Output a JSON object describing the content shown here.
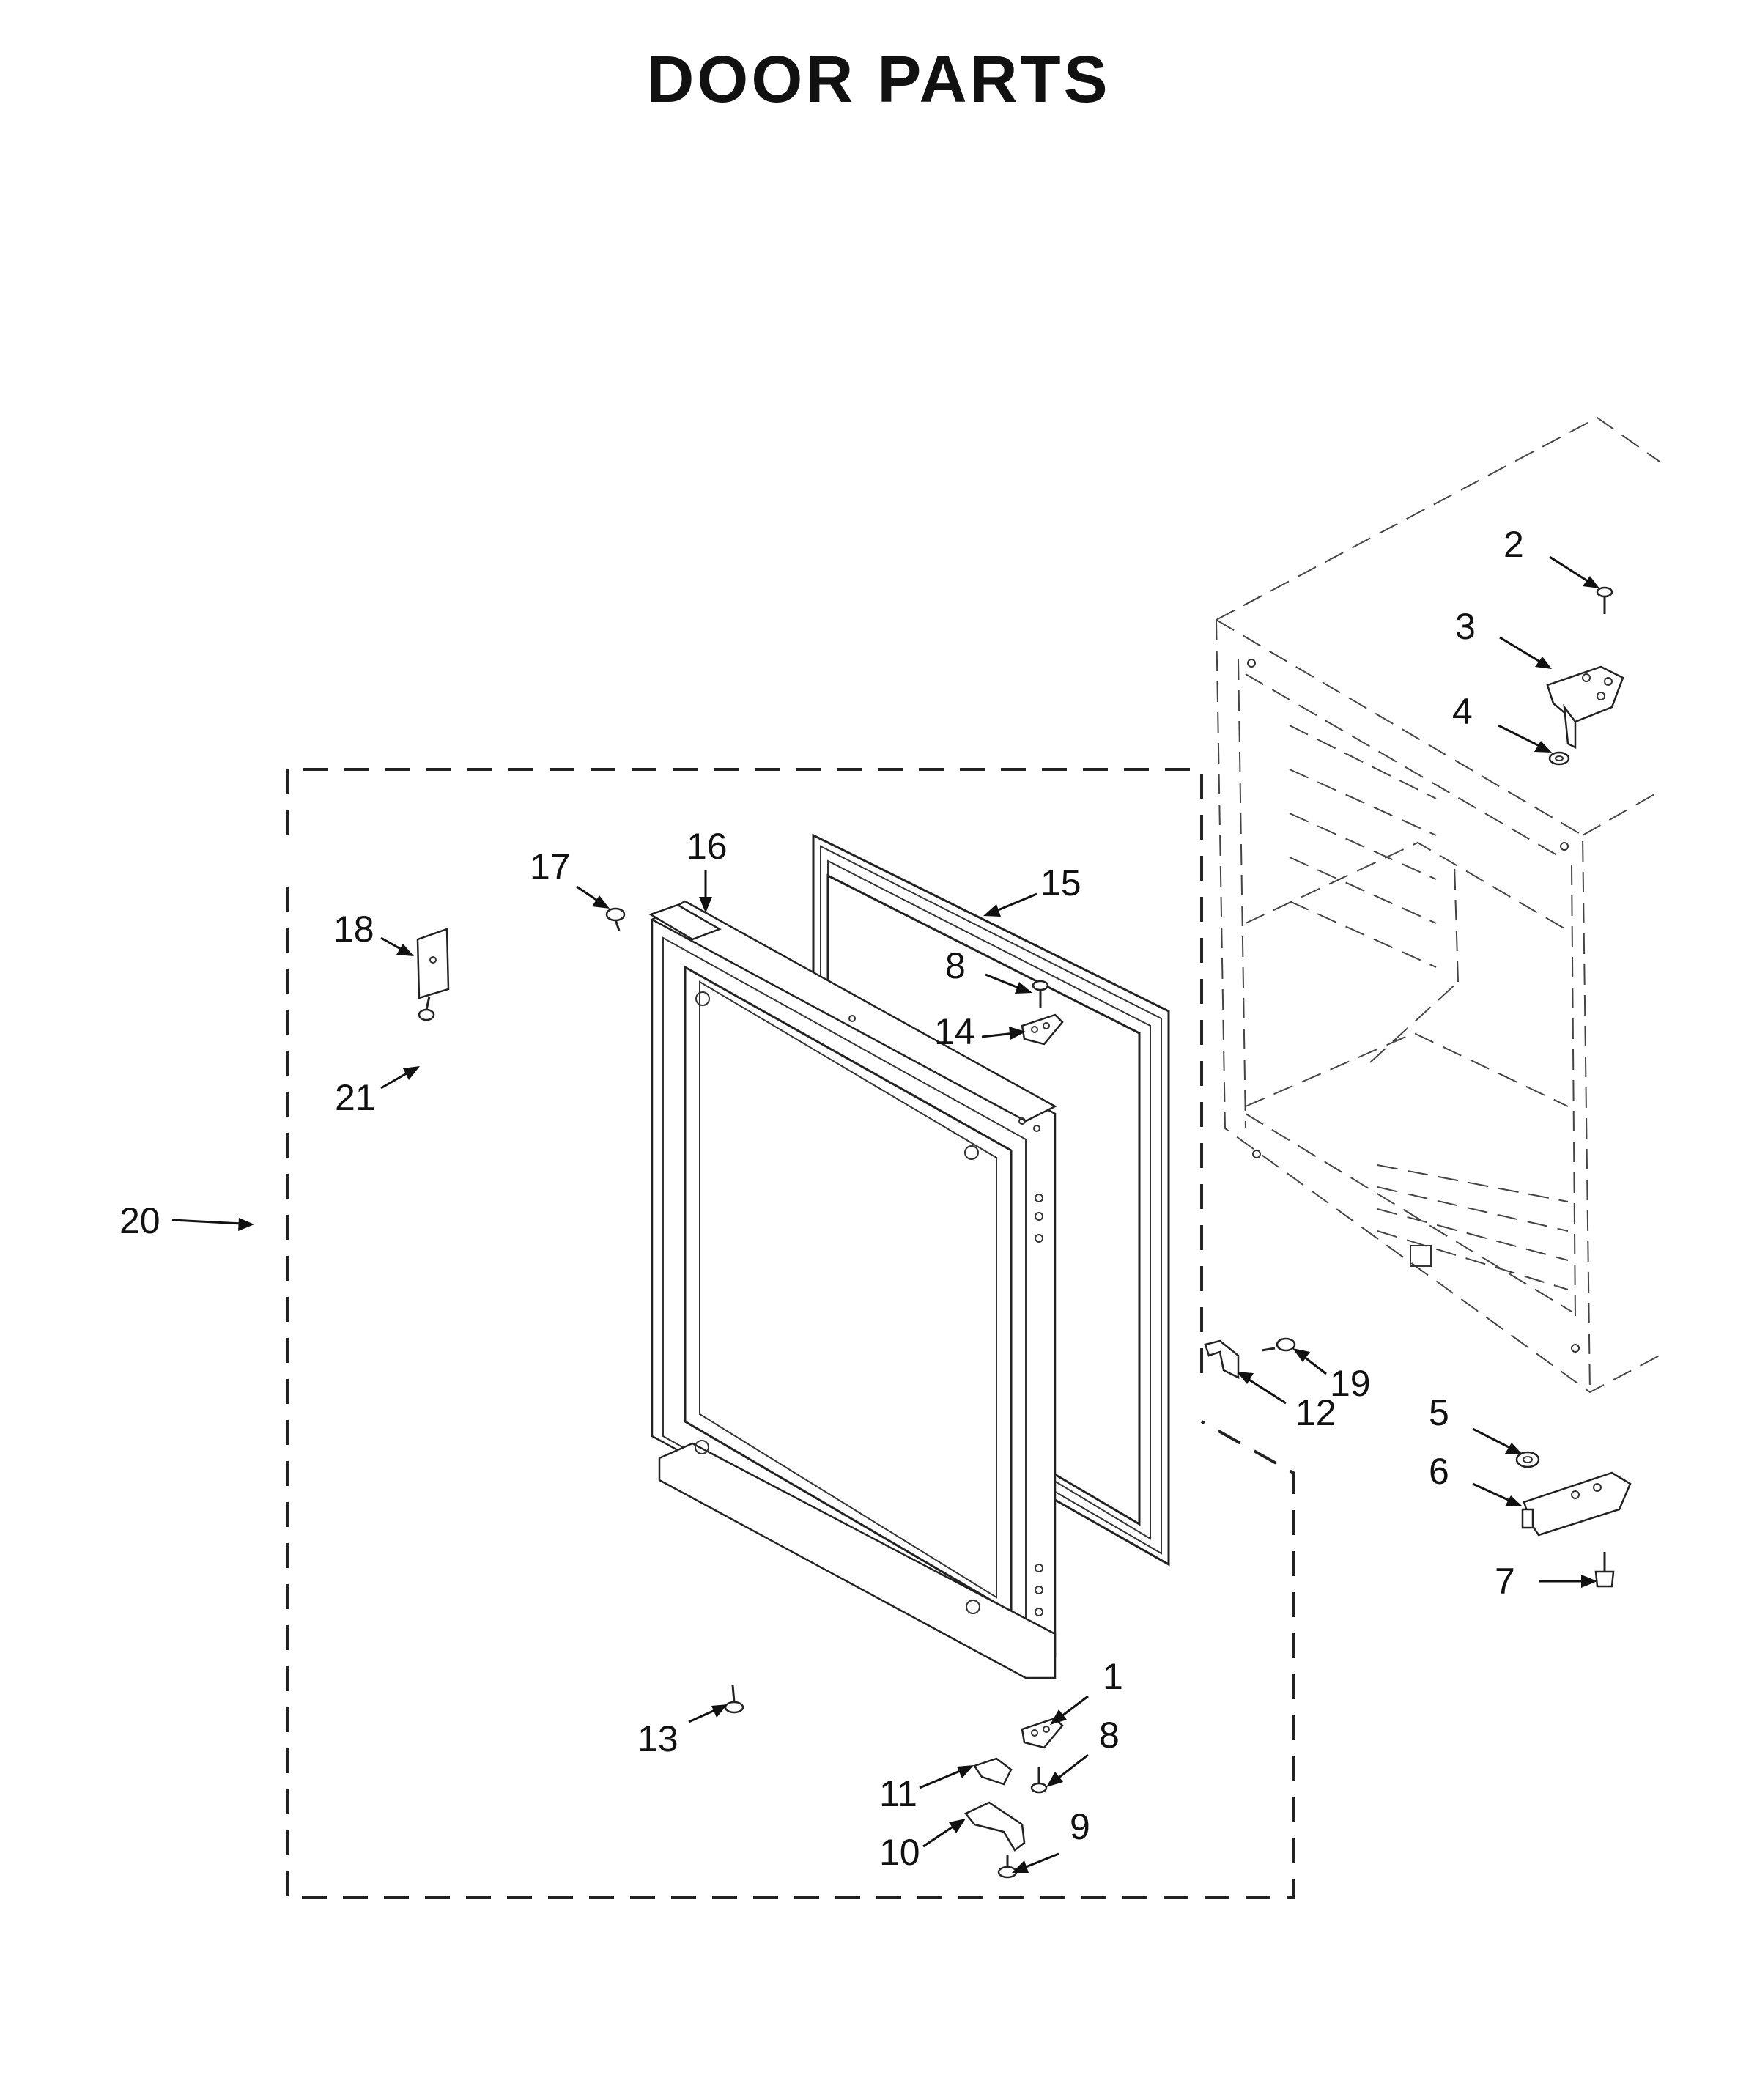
{
  "title": "DOOR PARTS",
  "callouts": [
    "1",
    "2",
    "3",
    "4",
    "5",
    "6",
    "7",
    "8",
    "8",
    "9",
    "10",
    "11",
    "12",
    "13",
    "14",
    "15",
    "16",
    "17",
    "18",
    "19",
    "20",
    "21"
  ]
}
